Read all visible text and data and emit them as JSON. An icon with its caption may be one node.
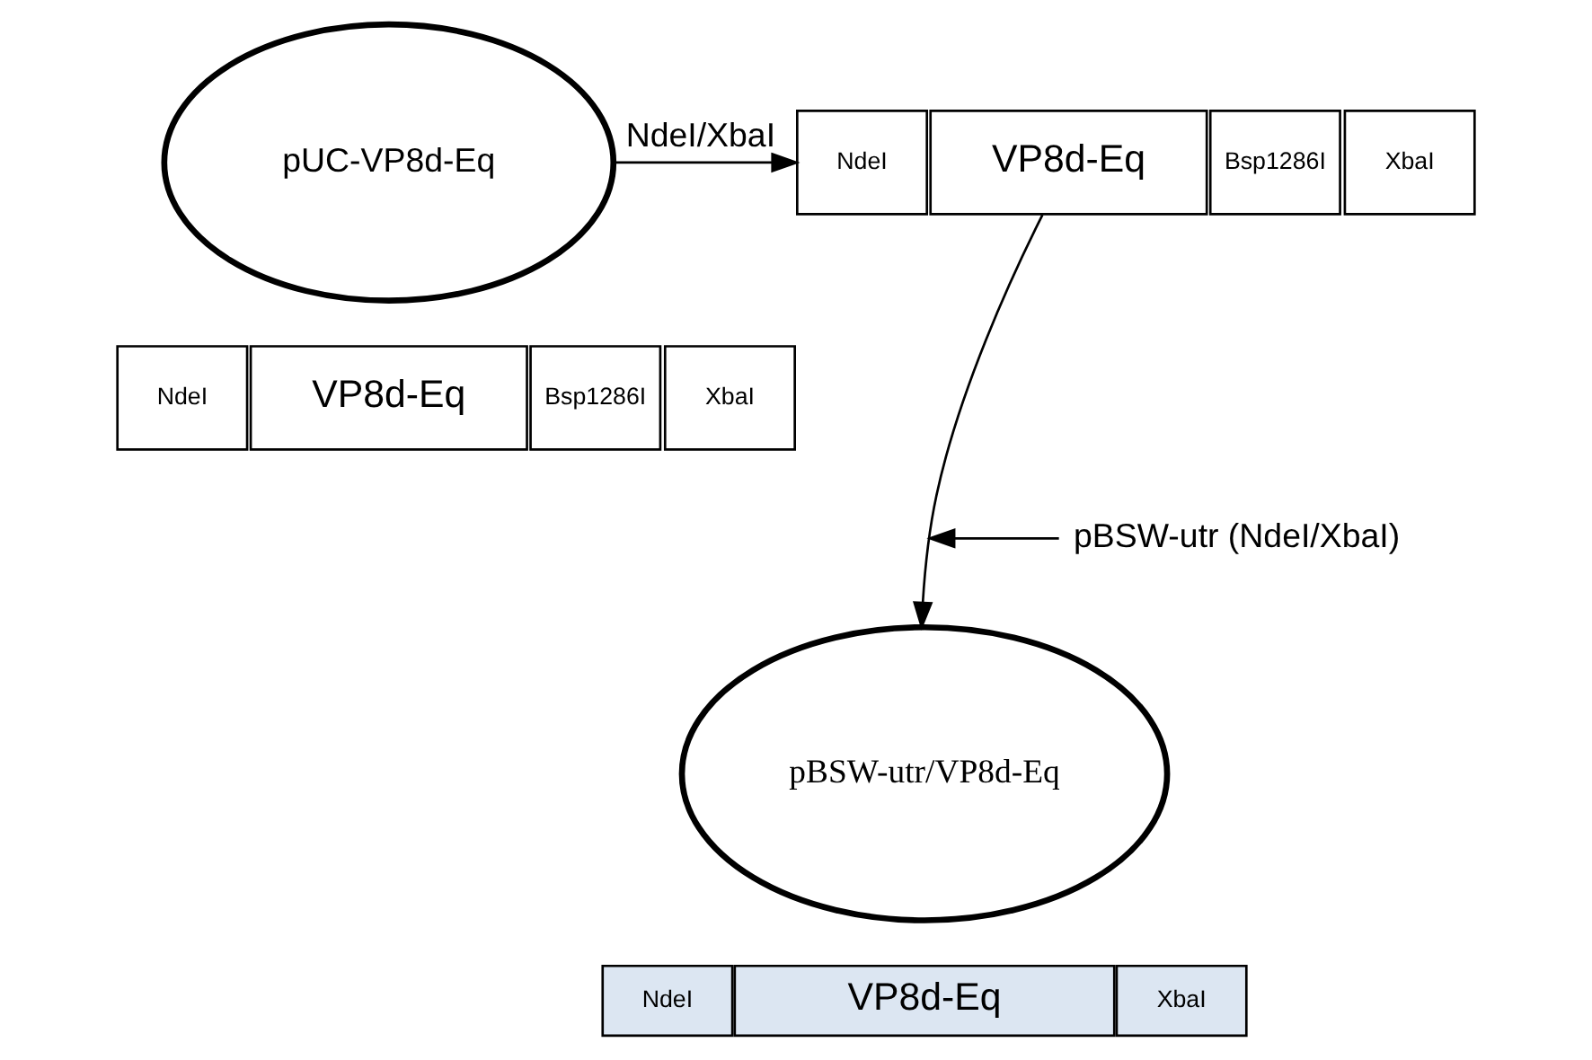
{
  "diagram": {
    "nodes": [
      {
        "text": [
          "pUC-VP8d-Eq"
        ]
      },
      {
        "text": [
          "NdeI"
        ]
      },
      {
        "text": [
          "VP8d-Eq"
        ]
      },
      {
        "text": [
          "Bsp1286I"
        ]
      },
      {
        "text": [
          "XbaI"
        ]
      },
      {
        "text": [
          "NdeI"
        ]
      },
      {
        "text": [
          "VP8d-Eq"
        ]
      },
      {
        "text": [
          "Bsp1286I"
        ]
      },
      {
        "text": [
          "XbaI"
        ]
      },
      {
        "text": [
          "pBSW-utr (NdeI/XbaI)"
        ]
      },
      {
        "text": [
          "pBSW-utr/VP8d-Eq"
        ]
      },
      {
        "text": [
          "NdeI"
        ]
      },
      {
        "text": [
          "VP8d-Eq"
        ]
      },
      {
        "text": [
          "XbaI"
        ]
      }
    ],
    "edges": [
      {
        "from": 0,
        "to": 5,
        "arrow": "to",
        "label": "NdeI/XbaI"
      },
      {
        "from": 6,
        "to": 10,
        "arrow": "to"
      },
      {
        "from": 9,
        "to": null,
        "arrow": "to"
      }
    ]
  }
}
